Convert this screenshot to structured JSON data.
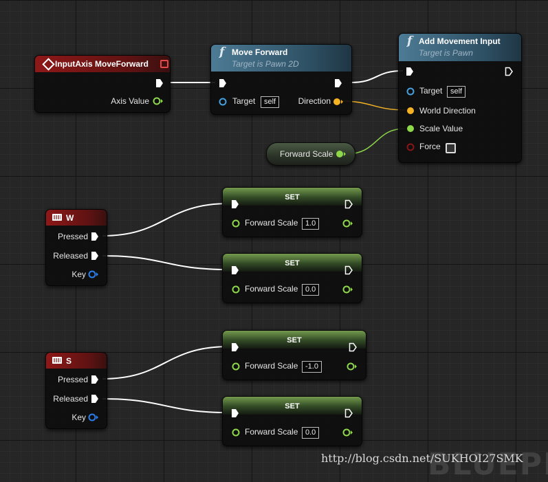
{
  "graph": {
    "input_axis_node": {
      "title": "InputAxis MoveForward",
      "axis_value_label": "Axis Value"
    },
    "move_forward_node": {
      "title": "Move Forward",
      "subtitle": "Target is Pawn 2D",
      "target_label": "Target",
      "target_default": "self",
      "direction_label": "Direction"
    },
    "add_movement_node": {
      "title": "Add Movement Input",
      "subtitle": "Target is Pawn",
      "target_label": "Target",
      "target_default": "self",
      "world_direction_label": "World Direction",
      "scale_value_label": "Scale Value",
      "force_label": "Force"
    },
    "forward_scale_getter": {
      "label": "Forward Scale"
    },
    "key_w_node": {
      "title": "W",
      "pressed_label": "Pressed",
      "released_label": "Released",
      "key_label": "Key"
    },
    "key_s_node": {
      "title": "S",
      "pressed_label": "Pressed",
      "released_label": "Released",
      "key_label": "Key"
    },
    "set_nodes": [
      {
        "title": "SET",
        "var_label": "Forward Scale",
        "value": "1.0"
      },
      {
        "title": "SET",
        "var_label": "Forward Scale",
        "value": "0.0"
      },
      {
        "title": "SET",
        "var_label": "Forward Scale",
        "value": "-1.0"
      },
      {
        "title": "SET",
        "var_label": "Forward Scale",
        "value": "0.0"
      }
    ]
  },
  "colors": {
    "exec": "#ffffff",
    "float": "#8ed84b",
    "vector": "#f5b324",
    "object": "#47a0e0",
    "key": "#2a7ff0",
    "bool": "#8a1515",
    "event_header": "#8e1818",
    "function_header": "#4d7b95"
  },
  "watermark": {
    "url_text": "http://blog.csdn.net/SUKHOI27SMK",
    "logo_text": "BLUEPRI"
  }
}
